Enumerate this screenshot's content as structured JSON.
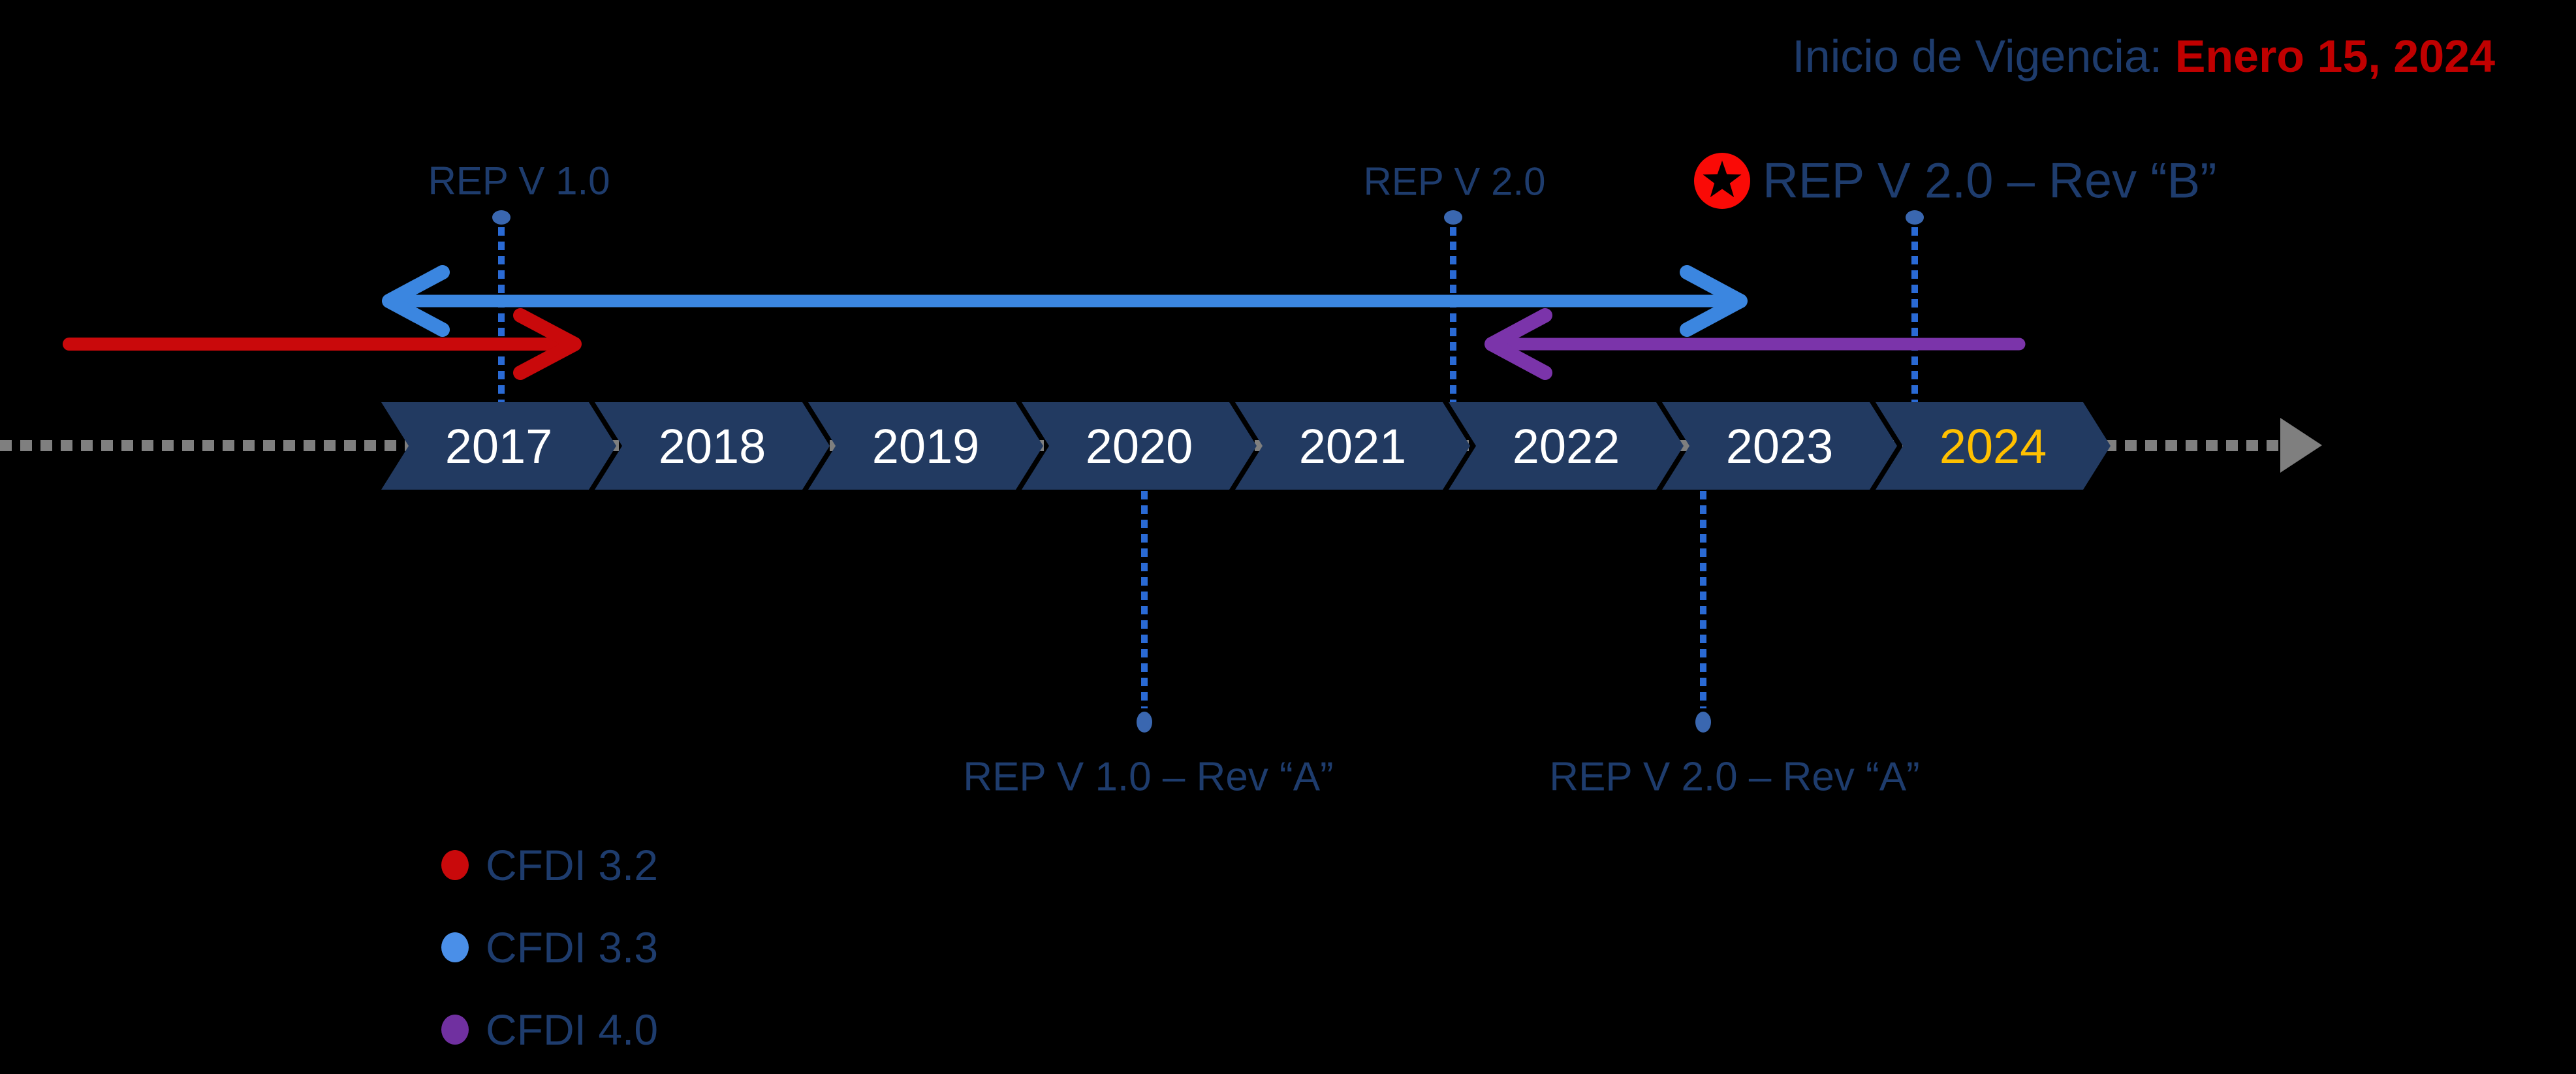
{
  "header": {
    "label": "Inicio de Vigencia: ",
    "date": "Enero 15, 2024"
  },
  "timeline": {
    "years": [
      "2017",
      "2018",
      "2019",
      "2020",
      "2021",
      "2022",
      "2023",
      "2024"
    ],
    "highlighted_year": "2024"
  },
  "milestones": {
    "rep_v1": {
      "label": "REP V 1.0"
    },
    "rep_v2": {
      "label": "REP V 2.0"
    },
    "rep_v2_rev_b": {
      "label": "REP V 2.0 – Rev “B”"
    },
    "rep_v1_rev_a": {
      "label": "REP V 1.0 – Rev “A”"
    },
    "rep_v2_rev_a": {
      "label": "REP V 2.0 – Rev “A”"
    }
  },
  "legend": {
    "items": [
      {
        "label": "CFDI 3.2",
        "color": "#C9090B"
      },
      {
        "label": "CFDI 3.3",
        "color": "#4A8FE8"
      },
      {
        "label": "CFDI 4.0",
        "color": "#7030A0"
      }
    ]
  },
  "colors": {
    "background": "#000000",
    "chevron_navy": "#223A61",
    "year_text": "#FFFFFF",
    "year_highlight": "#FFC000",
    "navy_text": "#1E3C6D",
    "date_red": "#C00000",
    "axis_gray": "#7F7F7F",
    "arrow_cfdi_32": "#C9090B",
    "arrow_cfdi_33": "#3B86E0",
    "arrow_cfdi_40": "#7B34AA",
    "connector_blue": "#2A6AD4",
    "connector_dot": "#3A67B0",
    "star_badge_red": "#FA0A06",
    "star_glyph": "#000000"
  }
}
